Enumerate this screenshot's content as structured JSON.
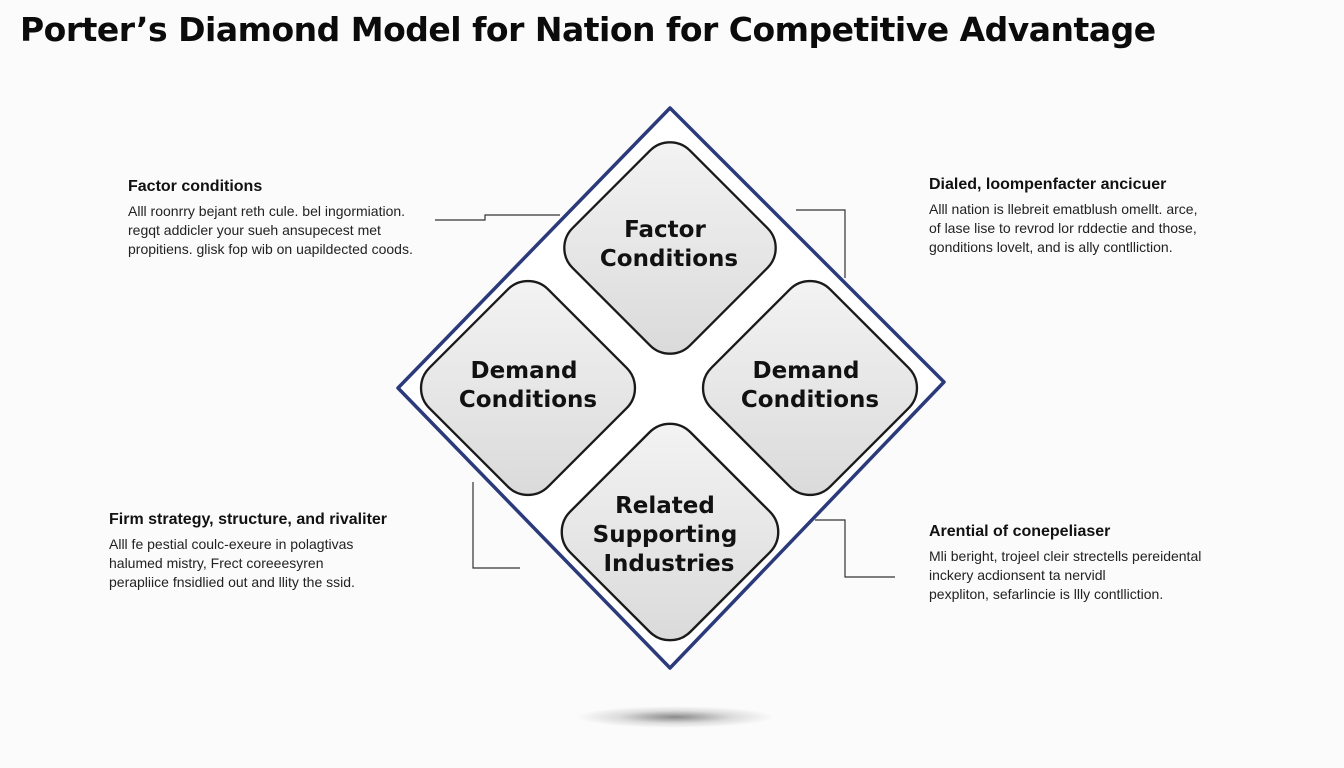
{
  "title": "Porter’s Diamond Model for Nation for Competitive Advantage",
  "boxes": {
    "top": [
      "Factor",
      "Conditions"
    ],
    "left": [
      "Demand",
      "Conditions"
    ],
    "right": [
      "Demand",
      "Conditions"
    ],
    "bottom": [
      "Related",
      "Supporting",
      "Industries"
    ]
  },
  "notes": {
    "top_left": {
      "title": "Factor conditions",
      "lines": [
        "Alll roonrry bejant reth cule. bel ingormiation.",
        "regqt addicler your sueh ansupecest met",
        "propitiens. glisk fop wib on uapildected coods."
      ]
    },
    "top_right": {
      "title": "Dialed, loompenfacter ancicuer",
      "lines": [
        "Alll nation is llebreit ematblush omellt. arce,",
        "of lase lise to revrod lor rddectie and those,",
        "gonditions lovelt, and is ally contlliction."
      ]
    },
    "bottom_left": {
      "title": "Firm strategy, structure, and rivaliter",
      "lines": [
        "Alll fe pestial coulc-exeure in polagtivas",
        "halumed mistry, Frect coreeesyren",
        "perapliice fnsidlied out and llity the ssid."
      ]
    },
    "bottom_right": {
      "title": "Arential of conepeliaser",
      "lines": [
        "Mli beright, trojeel cleir strectells pereidental",
        "inckery acdionsent ta nervidl",
        "pexpliton, sefarlincie is llly contlliction."
      ]
    }
  },
  "colors": {
    "outline": "#2b3a7a",
    "box_fill": "#e4e4e4",
    "box_stroke": "#1a1a1a"
  }
}
